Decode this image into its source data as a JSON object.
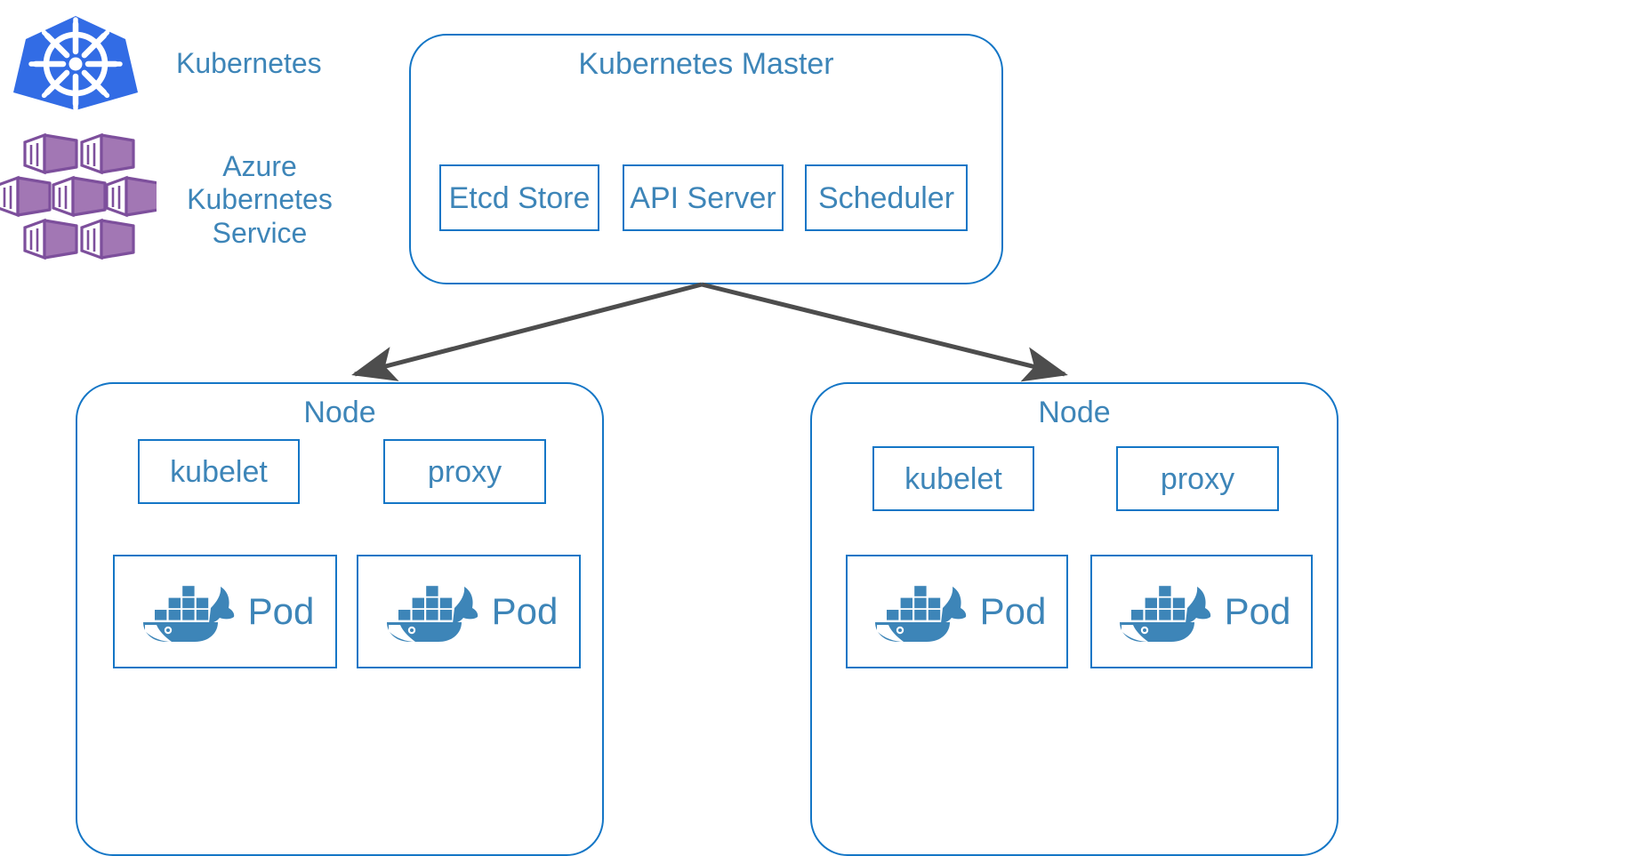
{
  "colors": {
    "box_border": "#1476c6",
    "text_blue": "#3d85b8",
    "kubernetes_blue": "#326ce5",
    "azure_purple": "#a277b4",
    "azure_purple_dark": "#7d4f9c",
    "docker_blue": "#3d85b8",
    "arrow_gray": "#4d4d4d",
    "background": "#ffffff"
  },
  "legend": {
    "items": [
      {
        "icon": "kubernetes-helm-wheel-icon",
        "label": "Kubernetes"
      },
      {
        "icon": "azure-kubernetes-service-icon",
        "label": "Azure\nKubernetes\nService"
      }
    ]
  },
  "master": {
    "title": "Kubernetes Master",
    "components": [
      {
        "name": "etcd-store",
        "label": "Etcd Store"
      },
      {
        "name": "api-server",
        "label": "API Server"
      },
      {
        "name": "scheduler",
        "label": "Scheduler"
      }
    ]
  },
  "nodes": [
    {
      "name": "node-left",
      "title": "Node",
      "agents": [
        {
          "name": "kubelet",
          "label": "kubelet"
        },
        {
          "name": "proxy",
          "label": "proxy"
        }
      ],
      "pods": [
        {
          "name": "pod-1",
          "label": "Pod",
          "icon": "docker-whale-icon"
        },
        {
          "name": "pod-2",
          "label": "Pod",
          "icon": "docker-whale-icon"
        }
      ]
    },
    {
      "name": "node-right",
      "title": "Node",
      "agents": [
        {
          "name": "kubelet",
          "label": "kubelet"
        },
        {
          "name": "proxy",
          "label": "proxy"
        }
      ],
      "pods": [
        {
          "name": "pod-1",
          "label": "Pod",
          "icon": "docker-whale-icon"
        },
        {
          "name": "pod-2",
          "label": "Pod",
          "icon": "docker-whale-icon"
        }
      ]
    }
  ],
  "connectors": [
    {
      "name": "master-to-left-node",
      "from": "Kubernetes Master",
      "to": "Node",
      "style": "arrow"
    },
    {
      "name": "master-to-right-node",
      "from": "Kubernetes Master",
      "to": "Node",
      "style": "arrow"
    }
  ]
}
